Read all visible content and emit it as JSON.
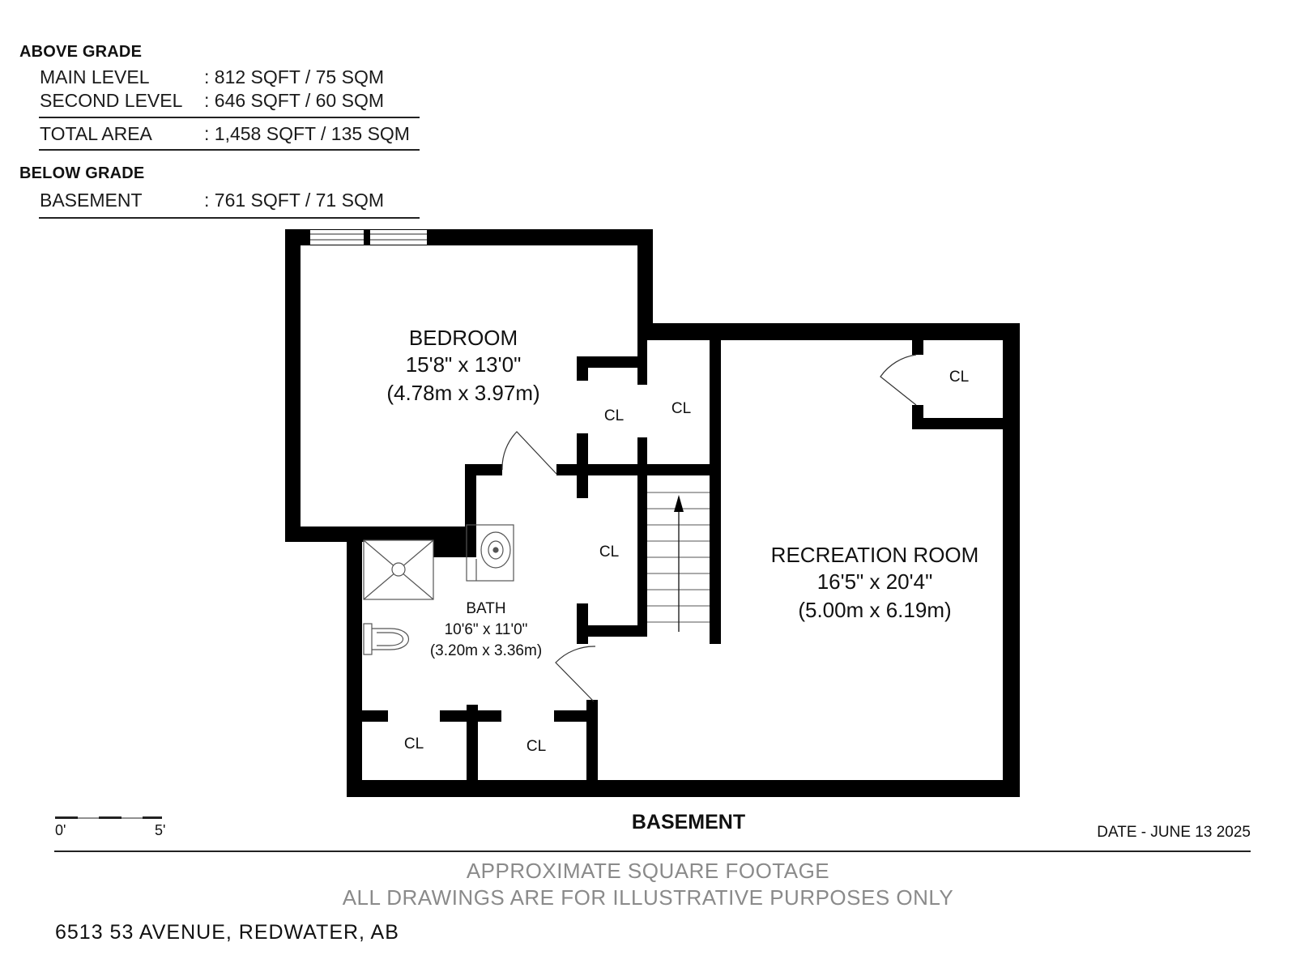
{
  "area_table": {
    "above_grade": {
      "heading": "ABOVE GRADE",
      "rows": [
        {
          "label": "MAIN LEVEL",
          "value": ": 812 SQFT / 75 SQM"
        },
        {
          "label": "SECOND LEVEL",
          "value": ": 646 SQFT / 60 SQM"
        }
      ],
      "total": {
        "label": "TOTAL AREA",
        "value": ": 1,458 SQFT / 135 SQM"
      }
    },
    "below_grade": {
      "heading": "BELOW GRADE",
      "rows": [
        {
          "label": "BASEMENT",
          "value": ": 761 SQFT / 71 SQM"
        }
      ]
    }
  },
  "rooms": {
    "bedroom": {
      "name": "BEDROOM",
      "imperial": "15'8\" x 13'0\"",
      "metric": "(4.78m x 3.97m)"
    },
    "bath": {
      "name": "BATH",
      "imperial": "10'6\" x 11'0\"",
      "metric": "(3.20m x 3.36m)"
    },
    "recreation": {
      "name": "RECREATION ROOM",
      "imperial": "16'5\" x 20'4\"",
      "metric": "(5.00m x 6.19m)"
    },
    "closet_label": "CL"
  },
  "scale": {
    "start": "0'",
    "end": "5'"
  },
  "floor_title": "BASEMENT",
  "date": "DATE - JUNE 13 2025",
  "disclaimer": {
    "line1": "APPROXIMATE SQUARE FOOTAGE",
    "line2": "ALL DRAWINGS ARE FOR ILLUSTRATIVE PURPOSES ONLY"
  },
  "address": "6513 53 AVENUE, REDWATER, AB"
}
